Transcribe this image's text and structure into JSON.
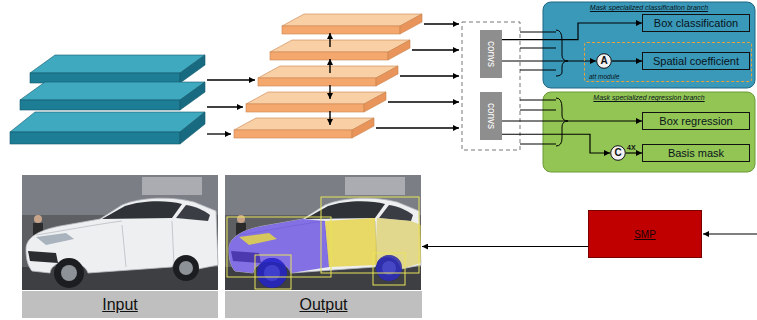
{
  "diagram": {
    "nodes": [
      {
        "text": [
          "convs"
        ]
      },
      {
        "text": [
          "convs"
        ]
      },
      {
        "text": [
          "Mask specialized classification branch"
        ]
      },
      {
        "text": [
          "Box classification"
        ],
        "in": 2
      },
      {
        "text": [
          "att module"
        ],
        "in": 2
      },
      {
        "text": [
          "A"
        ],
        "in": 4
      },
      {
        "text": [
          "Spatial coefficient"
        ],
        "in": 4
      },
      {
        "text": [
          "Mask specialized regression branch"
        ]
      },
      {
        "text": [
          "Box regression"
        ],
        "in": 7
      },
      {
        "text": [
          "C"
        ],
        "in": 7
      },
      {
        "text": [
          "Basis mask"
        ],
        "in": 7
      },
      {
        "text": [
          "SMP"
        ]
      },
      {
        "text": [
          "Input"
        ]
      },
      {
        "text": [
          "Output"
        ]
      }
    ],
    "edges": [
      {
        "from": 0,
        "to": 3,
        "arrow": "to"
      },
      {
        "from": 0,
        "to": 5,
        "arrow": "to"
      },
      {
        "from": 5,
        "to": 6,
        "arrow": "to"
      },
      {
        "from": 1,
        "to": 8,
        "arrow": "to"
      },
      {
        "from": 1,
        "to": 9,
        "arrow": "to"
      },
      {
        "from": 9,
        "to": 10,
        "arrow": "to"
      },
      {
        "from": 11,
        "to": 13,
        "arrow": "to"
      }
    ],
    "labels": [
      "4X"
    ]
  }
}
